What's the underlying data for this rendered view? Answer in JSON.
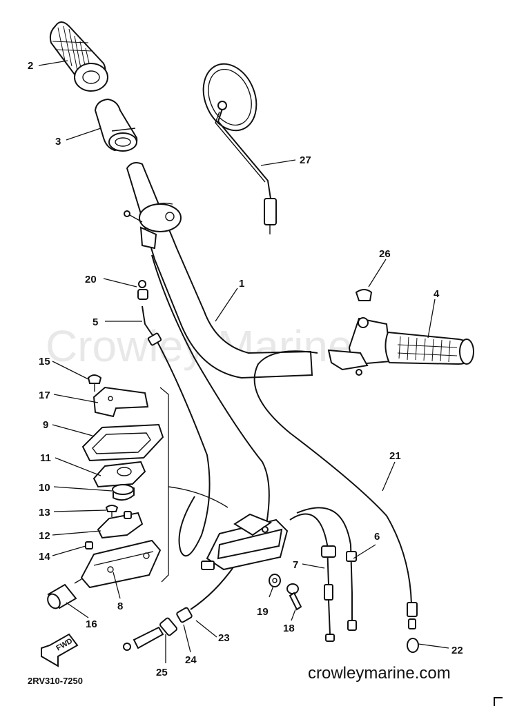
{
  "diagram": {
    "watermark": "Crowley Marine",
    "website": "crowleymarine.com",
    "drawing_code": "2RV310-7250",
    "direction_label": "FWD",
    "callouts": [
      {
        "id": "c1",
        "label": "1"
      },
      {
        "id": "c2",
        "label": "2"
      },
      {
        "id": "c3",
        "label": "3"
      },
      {
        "id": "c4",
        "label": "4"
      },
      {
        "id": "c5",
        "label": "5"
      },
      {
        "id": "c6",
        "label": "6"
      },
      {
        "id": "c7",
        "label": "7"
      },
      {
        "id": "c8",
        "label": "8"
      },
      {
        "id": "c9",
        "label": "9"
      },
      {
        "id": "c10",
        "label": "10"
      },
      {
        "id": "c11",
        "label": "11"
      },
      {
        "id": "c12",
        "label": "12"
      },
      {
        "id": "c13",
        "label": "13"
      },
      {
        "id": "c14",
        "label": "14"
      },
      {
        "id": "c15",
        "label": "15"
      },
      {
        "id": "c16",
        "label": "16"
      },
      {
        "id": "c17",
        "label": "17"
      },
      {
        "id": "c18",
        "label": "18"
      },
      {
        "id": "c19",
        "label": "19"
      },
      {
        "id": "c20",
        "label": "20"
      },
      {
        "id": "c21",
        "label": "21"
      },
      {
        "id": "c22",
        "label": "22"
      },
      {
        "id": "c23",
        "label": "23"
      },
      {
        "id": "c24",
        "label": "24"
      },
      {
        "id": "c25",
        "label": "25"
      },
      {
        "id": "c26",
        "label": "26"
      },
      {
        "id": "c27",
        "label": "27"
      }
    ]
  }
}
